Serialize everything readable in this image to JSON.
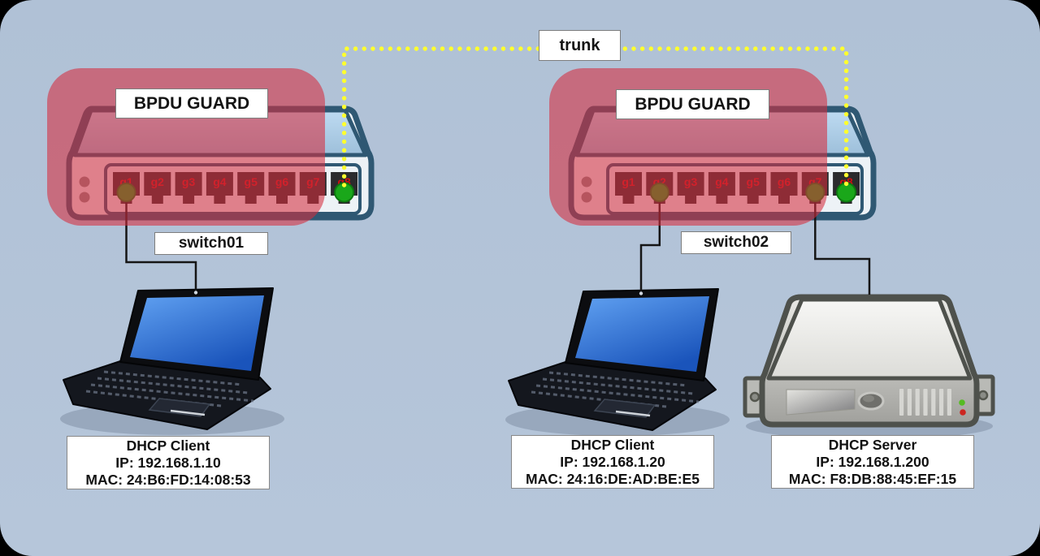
{
  "diagram": {
    "trunk_label": "trunk",
    "switches": [
      {
        "name": "switch01",
        "guard_label": "BPDU GUARD",
        "ports": [
          "g1",
          "g2",
          "g3",
          "g4",
          "g5",
          "g6",
          "g7",
          "g8"
        ]
      },
      {
        "name": "switch02",
        "guard_label": "BPDU GUARD",
        "ports": [
          "g1",
          "g2",
          "g3",
          "g4",
          "g5",
          "g6",
          "g7",
          "g8"
        ]
      }
    ],
    "devices": [
      {
        "type": "laptop",
        "title": "DHCP Client",
        "ip": "IP: 192.168.1.10",
        "mac": "MAC: 24:B6:FD:14:08:53"
      },
      {
        "type": "laptop",
        "title": "DHCP Client",
        "ip": "IP: 192.168.1.20",
        "mac": "MAC: 24:16:DE:AD:BE:E5"
      },
      {
        "type": "server",
        "title": "DHCP Server",
        "ip": "IP: 192.168.1.200",
        "mac": "MAC: F8:DB:88:45:EF:15"
      }
    ],
    "colors": {
      "background": "#b2c3d6",
      "bpdu_guard_overlay": "#d52d3e",
      "trunk_line_yellow": "#ffff2e",
      "active_port_green": "#1aa71a",
      "port_label_red": "#cc1111",
      "switch_outline_blue": "#2f5873"
    }
  }
}
